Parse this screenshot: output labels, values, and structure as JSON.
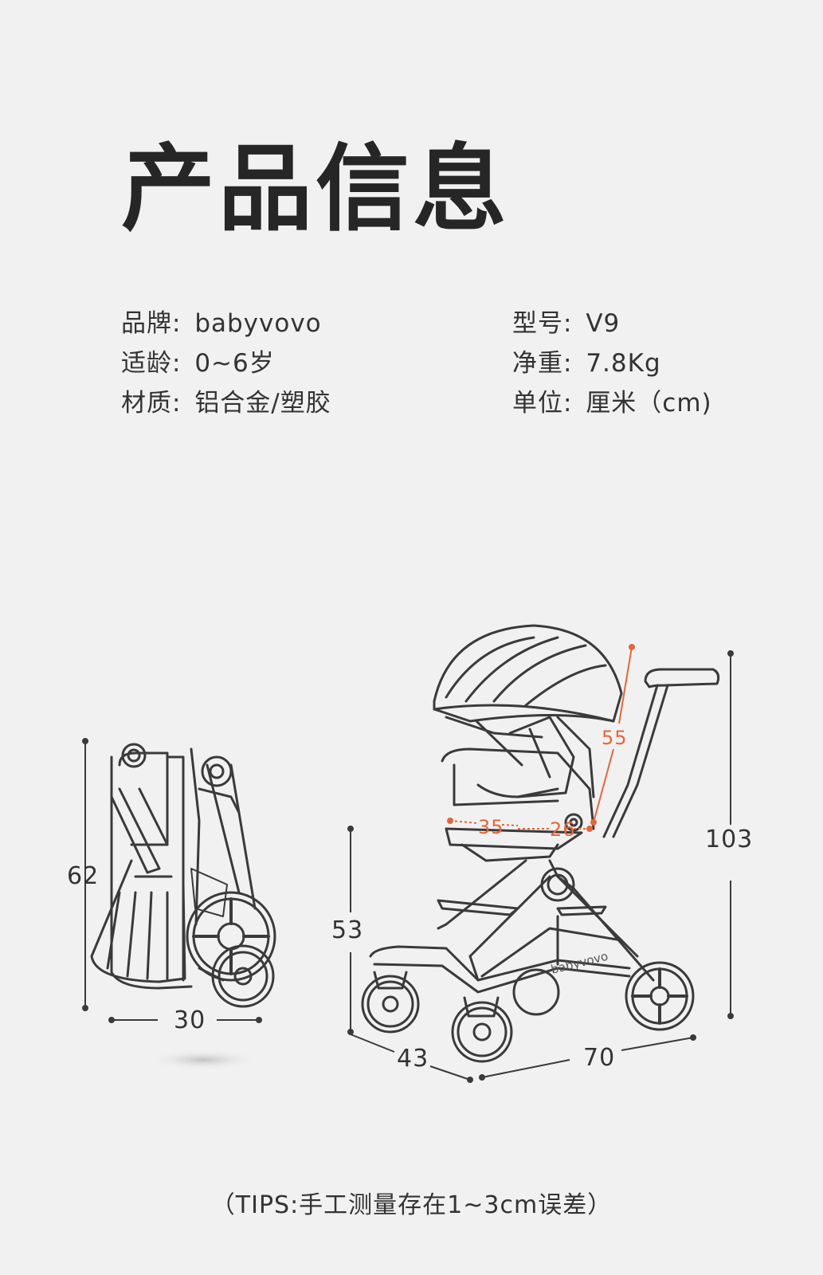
{
  "title": "产品信息",
  "info": {
    "brand_label": "品牌:",
    "brand_value": "babyvovo",
    "model_label": "型号:",
    "model_value": "V9",
    "age_label": "适龄:",
    "age_value": "0~6岁",
    "weight_label": "净重:",
    "weight_value": "7.8Kg",
    "material_label": "材质:",
    "material_value": "铝合金/塑胶",
    "unit_label": "单位:",
    "unit_value": "厘米（cm)"
  },
  "folded": {
    "height": "62",
    "width": "30"
  },
  "stroller": {
    "total_height": "103",
    "seat_height": "53",
    "depth": "43",
    "length": "70",
    "back_height": "55",
    "seat_width": "35",
    "seat_depth": "26",
    "logo_text": "babyvovo"
  },
  "accent_color": "#e2673b",
  "tips": "（TIPS:手工测量存在1~3cm误差）"
}
